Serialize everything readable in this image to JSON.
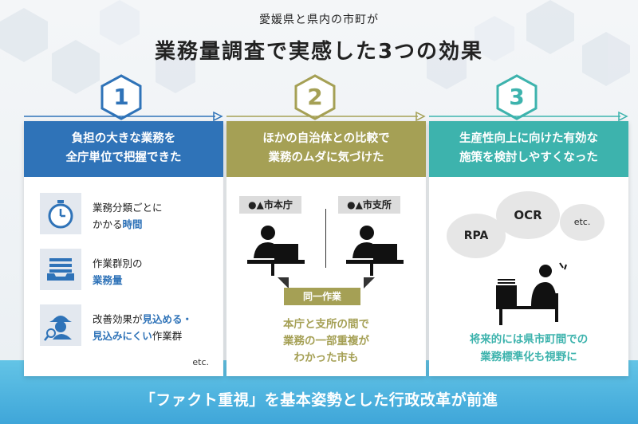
{
  "header": {
    "subtitle": "愛媛県と県内の市町が",
    "title": "業務量調査で実感した3つの効果"
  },
  "numbers": [
    "1",
    "2",
    "3"
  ],
  "card1": {
    "heading_line1": "負担の大きな業務を",
    "heading_line2": "全庁単位で把握できた",
    "items": [
      {
        "line1": "業務分類ごとに",
        "line2_plain": "かかる",
        "line2_highlight": "時間",
        "line2_tail": "",
        "icon": "stopwatch-icon"
      },
      {
        "line1": "作業群別の",
        "line2_plain": "",
        "line2_highlight": "業務量",
        "line2_tail": "",
        "icon": "document-tray-icon"
      },
      {
        "line1_plain": "改善効果が",
        "line1_highlight": "見込める・",
        "line2_plain": "",
        "line2_highlight": "見込みにくい",
        "line2_tail": "作業群",
        "icon": "detective-magnifier-icon"
      }
    ],
    "etc": "etc."
  },
  "card2": {
    "heading_line1": "ほかの自治体との比較で",
    "heading_line2": "業務のムダに気づけた",
    "office_left": "●▲市本庁",
    "office_right": "●▲市支所",
    "shared_label": "同一作業",
    "note_line1": "本庁と支所の間で",
    "note_line2": "業務の一部重複が",
    "note_line3": "わかった市も"
  },
  "card3": {
    "heading_line1": "生産性向上に向けた有効な",
    "heading_line2": "施策を検討しやすくなった",
    "bubbles": [
      "RPA",
      "OCR",
      "etc."
    ],
    "note_line1": "将来的には県市町間での",
    "note_line2": "業務標準化も視野に"
  },
  "footer": {
    "text": "「ファクト重視」を基本姿勢とした行政改革が前進"
  },
  "colors": {
    "blue": "#2f73b8",
    "olive": "#a5a055",
    "teal": "#3db3ad",
    "band": "#3fa6d9"
  }
}
